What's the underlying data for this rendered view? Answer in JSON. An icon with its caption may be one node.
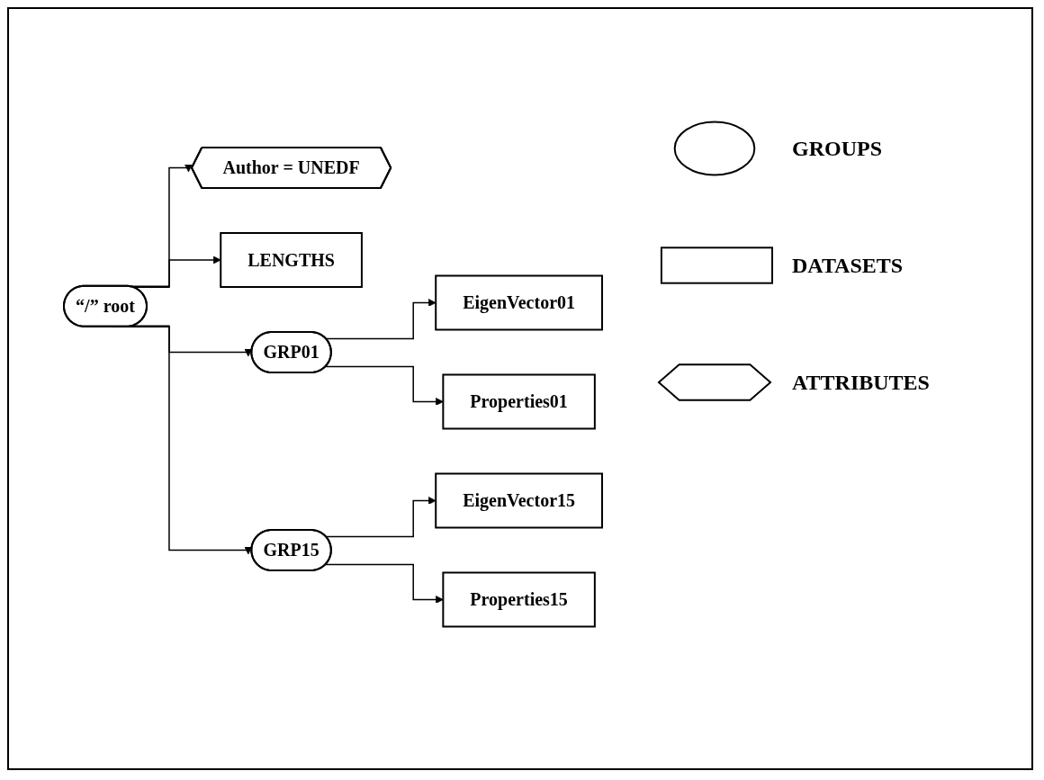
{
  "diagram": {
    "nodes": [
      {
        "text": [
          "“/” root"
        ]
      },
      {
        "text": [
          "Author = UNEDF"
        ]
      },
      {
        "text": [
          "LENGTHS"
        ]
      },
      {
        "text": [
          "GRP01"
        ]
      },
      {
        "text": [
          "EigenVector01"
        ]
      },
      {
        "text": [
          "Properties01"
        ]
      },
      {
        "text": [
          "GRP15"
        ]
      },
      {
        "text": [
          "EigenVector15"
        ]
      },
      {
        "text": [
          "Properties15"
        ]
      }
    ],
    "edges": [
      {
        "from": 0,
        "to": 1,
        "arrow": "to"
      },
      {
        "from": 0,
        "to": 2,
        "arrow": "to"
      },
      {
        "from": 0,
        "to": 3,
        "arrow": "to"
      },
      {
        "from": 0,
        "to": 6,
        "arrow": "to"
      },
      {
        "from": 3,
        "to": 4,
        "arrow": "to"
      },
      {
        "from": 3,
        "to": 5,
        "arrow": "to"
      },
      {
        "from": 6,
        "to": 7,
        "arrow": "to"
      },
      {
        "from": 6,
        "to": 8,
        "arrow": "to"
      }
    ],
    "legend": [
      {
        "text": "GROUPS"
      },
      {
        "text": "DATASETS"
      },
      {
        "text": "ATTRIBUTES"
      }
    ]
  }
}
